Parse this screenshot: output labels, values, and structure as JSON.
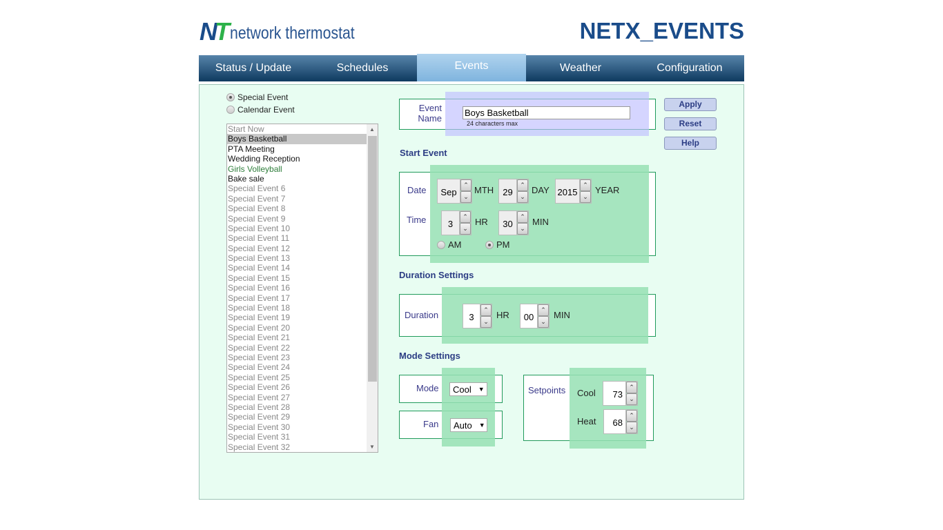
{
  "header": {
    "logo_mark": "NT",
    "brand": "network thermostat",
    "title": "NETX_EVENTS"
  },
  "nav": {
    "tabs": [
      {
        "label": "Status / Update"
      },
      {
        "label": "Schedules"
      },
      {
        "label": "Events",
        "active": true
      },
      {
        "label": "Weather"
      },
      {
        "label": "Configuration"
      }
    ]
  },
  "event_type": {
    "options": [
      {
        "label": "Special Event",
        "selected": true
      },
      {
        "label": "Calendar Event",
        "selected": false
      }
    ]
  },
  "colors": {
    "empty": "#888888",
    "named": "#111111",
    "green": "#2e7d3a",
    "selected_bg": "#c8c8c8"
  },
  "event_list": [
    {
      "label": "Start Now",
      "style": "empty"
    },
    {
      "label": "Boys Basketball",
      "style": "selected"
    },
    {
      "label": "PTA Meeting",
      "style": "named"
    },
    {
      "label": "Wedding Reception",
      "style": "named"
    },
    {
      "label": "Girls Volleyball",
      "style": "green"
    },
    {
      "label": "Bake sale",
      "style": "named"
    },
    {
      "label": "Special Event 6",
      "style": "empty"
    },
    {
      "label": "Special Event 7",
      "style": "empty"
    },
    {
      "label": "Special Event 8",
      "style": "empty"
    },
    {
      "label": "Special Event 9",
      "style": "empty"
    },
    {
      "label": "Special Event 10",
      "style": "empty"
    },
    {
      "label": "Special Event 11",
      "style": "empty"
    },
    {
      "label": "Special Event 12",
      "style": "empty"
    },
    {
      "label": "Special Event 13",
      "style": "empty"
    },
    {
      "label": "Special Event 14",
      "style": "empty"
    },
    {
      "label": "Special Event 15",
      "style": "empty"
    },
    {
      "label": "Special Event 16",
      "style": "empty"
    },
    {
      "label": "Special Event 17",
      "style": "empty"
    },
    {
      "label": "Special Event 18",
      "style": "empty"
    },
    {
      "label": "Special Event 19",
      "style": "empty"
    },
    {
      "label": "Special Event 20",
      "style": "empty"
    },
    {
      "label": "Special Event 21",
      "style": "empty"
    },
    {
      "label": "Special Event 22",
      "style": "empty"
    },
    {
      "label": "Special Event 23",
      "style": "empty"
    },
    {
      "label": "Special Event 24",
      "style": "empty"
    },
    {
      "label": "Special Event 25",
      "style": "empty"
    },
    {
      "label": "Special Event 26",
      "style": "empty"
    },
    {
      "label": "Special Event 27",
      "style": "empty"
    },
    {
      "label": "Special Event 28",
      "style": "empty"
    },
    {
      "label": "Special Event 29",
      "style": "empty"
    },
    {
      "label": "Special Event 30",
      "style": "empty"
    },
    {
      "label": "Special Event 31",
      "style": "empty"
    },
    {
      "label": "Special Event 32",
      "style": "empty"
    }
  ],
  "event_name": {
    "label_1": "Event",
    "label_2": "Name",
    "value": "Boys Basketball",
    "hint": "24 characters max"
  },
  "buttons": {
    "apply": "Apply",
    "reset": "Reset",
    "help": "Help"
  },
  "start_event": {
    "heading": "Start Event",
    "date_label": "Date",
    "time_label": "Time",
    "month": "Sep",
    "month_unit": "MTH",
    "day": "29",
    "day_unit": "DAY",
    "year": "2015",
    "year_unit": "YEAR",
    "hour": "3",
    "hour_unit": "HR",
    "minute": "30",
    "minute_unit": "MIN",
    "am": "AM",
    "pm": "PM",
    "ampm": "PM"
  },
  "duration": {
    "heading": "Duration Settings",
    "label": "Duration",
    "hours": "3",
    "hours_unit": "HR",
    "minutes": "00",
    "minutes_unit": "MIN"
  },
  "mode": {
    "heading": "Mode Settings",
    "mode_label": "Mode",
    "mode_value": "Cool",
    "fan_label": "Fan",
    "fan_value": "Auto",
    "setpoints_label": "Setpoints",
    "cool_label": "Cool",
    "cool_value": "73",
    "heat_label": "Heat",
    "heat_value": "68"
  }
}
